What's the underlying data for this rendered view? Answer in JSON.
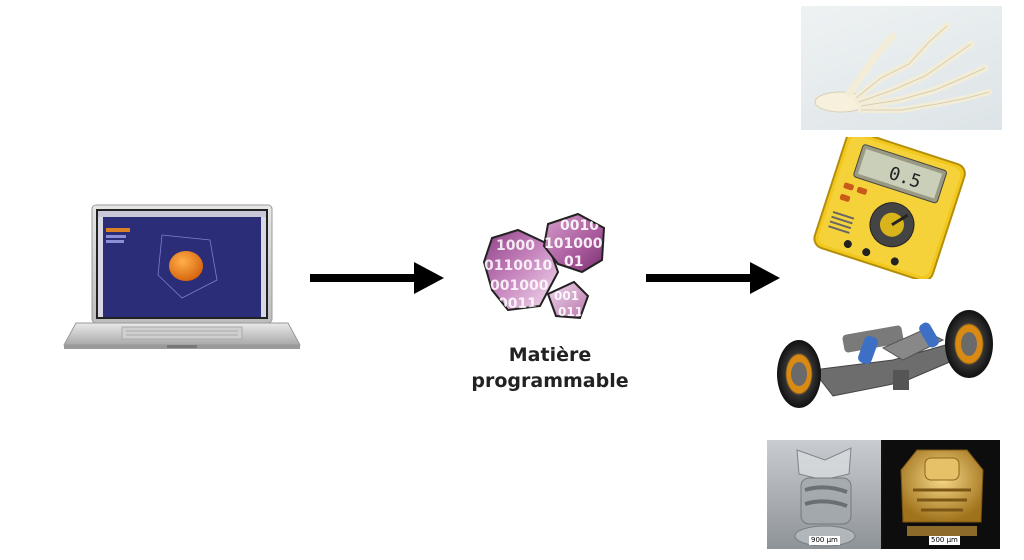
{
  "caption": {
    "line1": "Matière",
    "line2": "programmable"
  },
  "blob_digits": {
    "piece1": [
      "1000",
      "0110010",
      "001000",
      "0011"
    ],
    "piece2": [
      "0010",
      "1010001",
      "01"
    ],
    "piece3": [
      "001",
      "011"
    ]
  },
  "micro": {
    "scale_left": "900 µm",
    "scale_right": "500 µm"
  },
  "meter": {
    "display": "0.5"
  },
  "icons": {
    "laptop": "laptop-cad-icon",
    "arrow": "arrow-right-icon",
    "bones": "hand-skeleton-print",
    "meter": "multimeter-print",
    "car": "car-chassis-print",
    "micro": "micro-structures-print"
  },
  "colors": {
    "arrow": "#000000",
    "blob": "#c07fb6",
    "cad_background": "#2b2d79",
    "part": "#f08a1c",
    "meter": "#f2c81e"
  }
}
